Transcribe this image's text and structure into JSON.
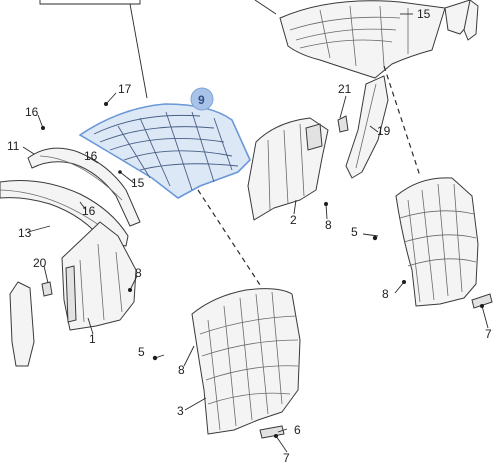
{
  "callouts": {
    "c1": "1",
    "c2": "2",
    "c3": "3",
    "c5a": "5",
    "c5b": "5",
    "c6": "6",
    "c7a": "7",
    "c7b": "7",
    "c8a": "8",
    "c8b": "8",
    "c8c": "8",
    "c8d": "8",
    "c9": "9",
    "c11": "11",
    "c13": "13",
    "c15a": "15",
    "c15b": "15",
    "c16a": "16",
    "c16b": "16",
    "c16c": "16",
    "c17": "17",
    "c19": "19",
    "c20": "20",
    "c21": "21"
  },
  "highlight": {
    "part": "9",
    "color": "#a9c3e8"
  }
}
